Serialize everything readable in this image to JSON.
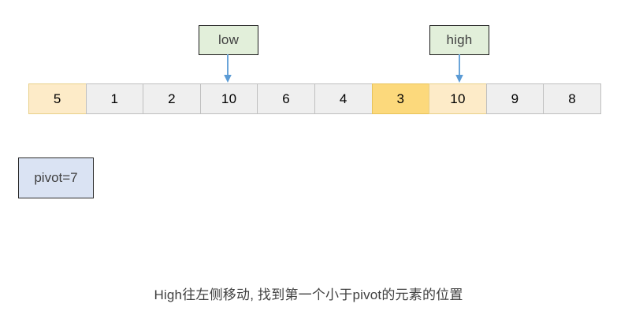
{
  "diagram": {
    "type": "quicksort-partition-step",
    "caption": "High往左侧移动, 找到第一个小于pivot的元素的位置",
    "pivot_label": "pivot=7",
    "colors": {
      "pointer_box_fill": "#E2EFDA",
      "pointer_box_border": "#1a1a1a",
      "pivot_box_fill": "#DAE3F3",
      "pivot_box_border": "#2b2b2b",
      "arrow": "#5B9BD5",
      "cell_fill": "#EFEFEF",
      "cell_border": "#BFBFBF",
      "cell_highlight_light": "#FDEBC8",
      "cell_highlight_dark": "#FCD97C"
    },
    "pointers": [
      {
        "name": "low",
        "label": "low",
        "target_index": 3
      },
      {
        "name": "high",
        "label": "high",
        "target_index": 7
      }
    ],
    "array": {
      "cells": [
        {
          "value": "5",
          "highlight": "light"
        },
        {
          "value": "1",
          "highlight": "none"
        },
        {
          "value": "2",
          "highlight": "none"
        },
        {
          "value": "10",
          "highlight": "none"
        },
        {
          "value": "6",
          "highlight": "none"
        },
        {
          "value": "4",
          "highlight": "none"
        },
        {
          "value": "3",
          "highlight": "dark"
        },
        {
          "value": "10",
          "highlight": "light"
        },
        {
          "value": "9",
          "highlight": "none"
        },
        {
          "value": "8",
          "highlight": "none"
        }
      ]
    }
  }
}
